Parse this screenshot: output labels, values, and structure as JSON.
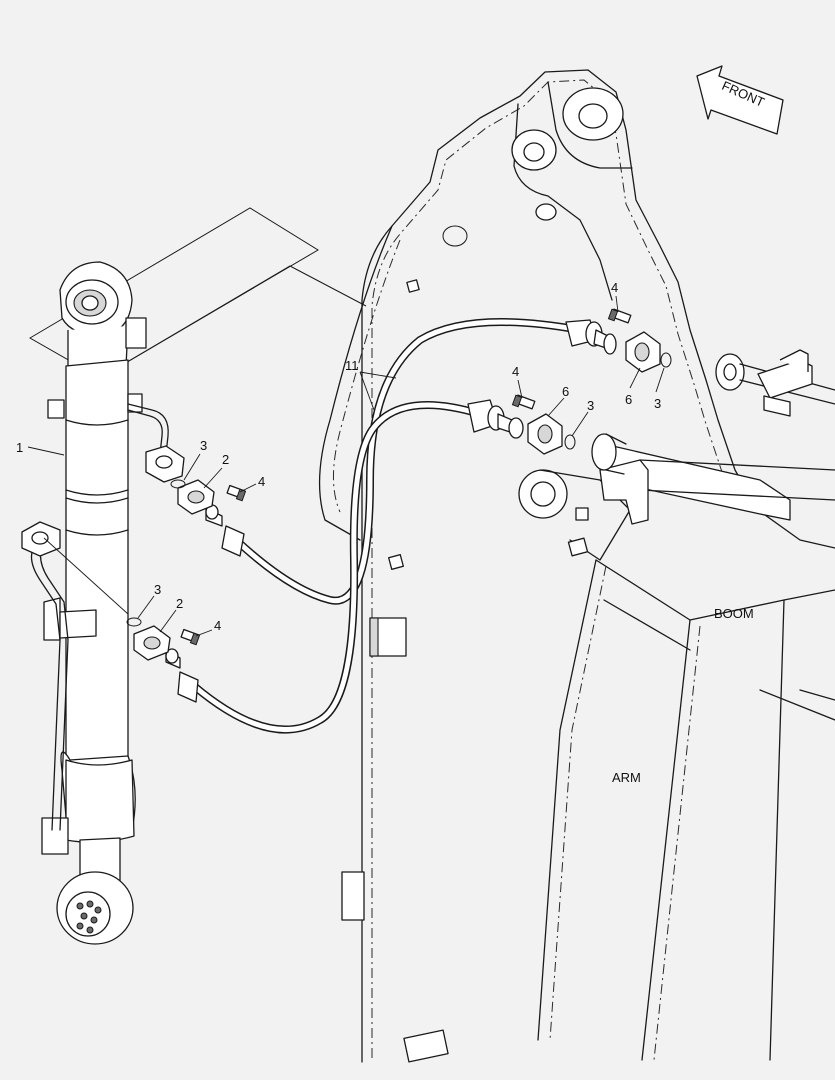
{
  "labels": {
    "front": "FRONT",
    "boom": "BOOM",
    "arm": "ARM",
    "callout_1": "1",
    "callout_2_upper": "2",
    "callout_2_lower": "2",
    "callout_3_a": "3",
    "callout_3_b": "3",
    "callout_3_c": "3",
    "callout_3_d": "3",
    "callout_4_a": "4",
    "callout_4_b": "4",
    "callout_4_c": "4",
    "callout_4_d": "4",
    "callout_6_a": "6",
    "callout_6_b": "6",
    "callout_11": "11"
  },
  "colors": {
    "background": "#f2f2f2",
    "line": "#1a1a1a"
  }
}
